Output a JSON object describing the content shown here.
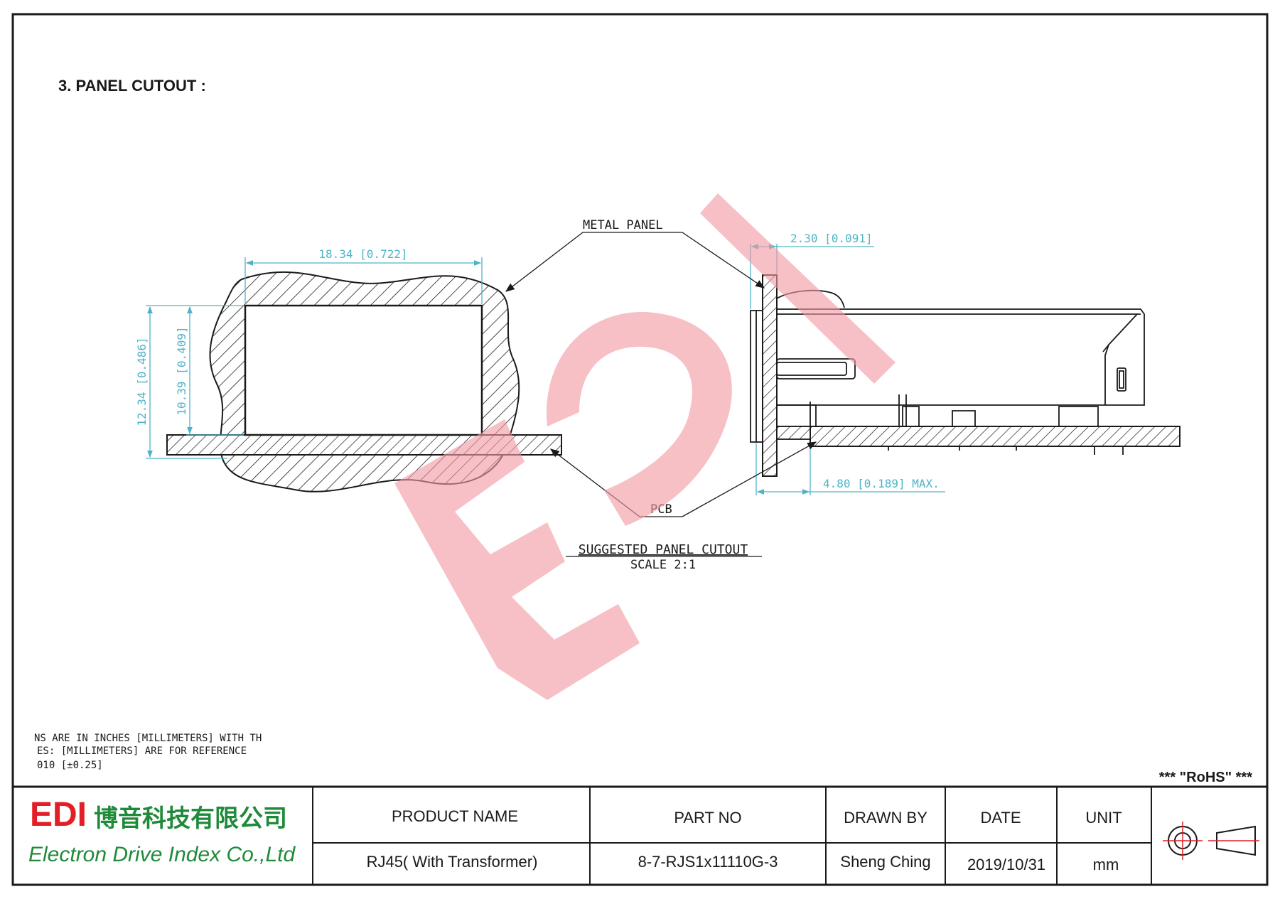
{
  "section_title": "3. PANEL CUTOUT :",
  "drawing": {
    "labels": {
      "metal_panel": "METAL PANEL",
      "pcb": "PCB",
      "caption_title": "SUGGESTED PANEL CUTOUT",
      "caption_scale": "SCALE 2:1"
    },
    "dimensions": {
      "width": "18.34 [0.722]",
      "outer_height": "12.34 [0.486]",
      "inner_height": "10.39 [0.409]",
      "panel_thickness": "2.30 [0.091]",
      "max_offset": "4.80 [0.189] MAX."
    }
  },
  "notes": [
    "NS ARE IN INCHES [MILLIMETERS] WITH TH",
    "ES:  [MILLIMETERS] ARE FOR REFERENCE",
    "010  [±0.25]"
  ],
  "rohs": "*** \"RoHS\" ***",
  "watermark": "EDI",
  "title_block": {
    "company_logo": "EDI",
    "company_chinese": "博音科技有限公司",
    "company_english": "Electron Drive Index Co.,Ltd",
    "headers": {
      "product_name": "PRODUCT NAME",
      "part_no": "PART  NO",
      "drawn_by": "DRAWN BY",
      "date": "DATE",
      "unit": "UNIT"
    },
    "values": {
      "product_name": "RJ45( With Transformer)",
      "part_no": "8-7-RJS1x11110G-3",
      "drawn_by": "Sheng Ching",
      "date": "2019/10/31",
      "unit": "mm"
    },
    "projection_symbol": "third-angle-projection-icon"
  },
  "colors": {
    "line": "#1a1a1a",
    "dimension": "#4fb3c8",
    "watermark": "#f19aa3",
    "logo_red": "#e21f26",
    "logo_green": "#1f8a3a",
    "symbol_red": "#e21f26"
  }
}
